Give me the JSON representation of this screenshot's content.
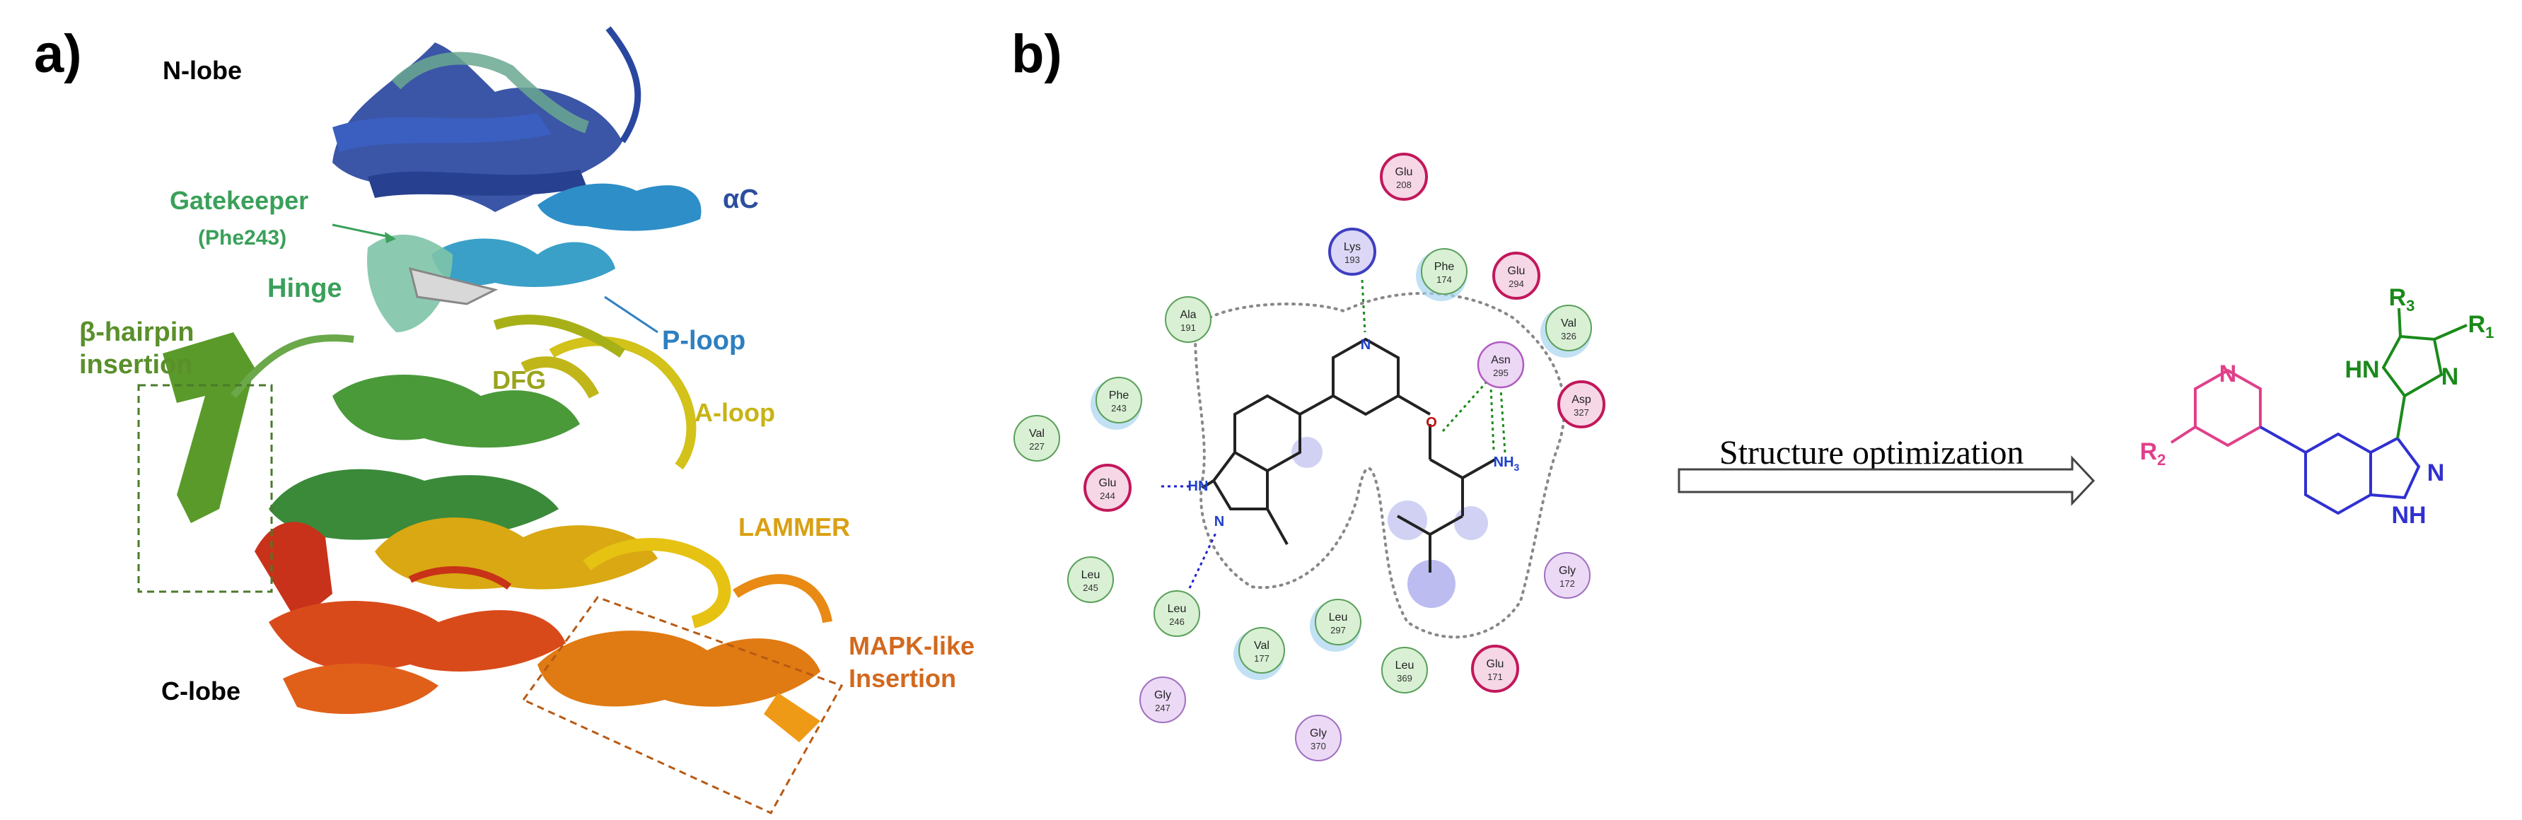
{
  "panels": {
    "a": {
      "label": "a)",
      "regions": {
        "n_lobe": "N-lobe",
        "c_lobe": "C-lobe",
        "gatekeeper": "Gatekeeper",
        "gatekeeper_residue": "(Phe243)",
        "hinge": "Hinge",
        "alpha_c": "αC",
        "p_loop": "P-loop",
        "dfg": "DFG",
        "a_loop": "A-loop",
        "beta_hairpin_1": "β-hairpin",
        "beta_hairpin_2": "insertion",
        "lammer": "LAMMER",
        "mapk_1": "MAPK-like",
        "mapk_2": "Insertion"
      },
      "colors": {
        "n_lobe": "#000000",
        "c_lobe": "#000000",
        "gatekeeper": "#3aa05a",
        "hinge": "#3aa05a",
        "alpha_c": "#2b4f9e",
        "p_loop": "#2f7fc0",
        "dfg": "#9aa41c",
        "a_loop": "#c7b414",
        "beta_hairpin": "#5a8f2a",
        "lammer": "#d9a012",
        "mapk": "#d2691e"
      }
    },
    "b": {
      "label": "b)",
      "residues": [
        {
          "name": "Glu",
          "num": "208",
          "type": "acidic"
        },
        {
          "name": "Lys",
          "num": "193",
          "type": "basic"
        },
        {
          "name": "Phe",
          "num": "174",
          "type": "hydrophobic"
        },
        {
          "name": "Glu",
          "num": "294",
          "type": "acidic"
        },
        {
          "name": "Ala",
          "num": "191",
          "type": "hydrophobic"
        },
        {
          "name": "Val",
          "num": "326",
          "type": "hydrophobic"
        },
        {
          "name": "Asn",
          "num": "295",
          "type": "polar"
        },
        {
          "name": "Asp",
          "num": "327",
          "type": "acidic"
        },
        {
          "name": "Phe",
          "num": "243",
          "type": "hydrophobic"
        },
        {
          "name": "Val",
          "num": "227",
          "type": "hydrophobic"
        },
        {
          "name": "Glu",
          "num": "244",
          "type": "acidic"
        },
        {
          "name": "Leu",
          "num": "245",
          "type": "hydrophobic"
        },
        {
          "name": "Leu",
          "num": "246",
          "type": "hydrophobic"
        },
        {
          "name": "Val",
          "num": "177",
          "type": "hydrophobic"
        },
        {
          "name": "Leu",
          "num": "297",
          "type": "hydrophobic"
        },
        {
          "name": "Leu",
          "num": "369",
          "type": "hydrophobic"
        },
        {
          "name": "Glu",
          "num": "171",
          "type": "acidic"
        },
        {
          "name": "Gly",
          "num": "172",
          "type": "glycine"
        },
        {
          "name": "Gly",
          "num": "247",
          "type": "glycine"
        },
        {
          "name": "Gly",
          "num": "370",
          "type": "glycine"
        }
      ],
      "ligand_atoms": {
        "n_pyridine": "N",
        "o_ether": "O",
        "hn": "HN",
        "n_indazole": "N",
        "nh3": "NH",
        "nh3_sub": "3"
      },
      "arrow_label": "Structure optimization",
      "scaffold": {
        "pyridine_n": "N",
        "r2": "R",
        "r2_sub": "2",
        "r3": "R",
        "r3_sub": "3",
        "r1": "R",
        "r1_sub": "1",
        "hn": "HN",
        "imid_n": "N",
        "indazole_n": "N",
        "indazole_nh": "NH"
      },
      "colors": {
        "acidic": "#c2185b",
        "basic": "#3f3fc0",
        "polar": "#b05bc0",
        "hydrophobic": "#5aa05a",
        "glycine": "#a070c0",
        "hbond_backbone": "#2020d0",
        "hbond_sidechain": "#1a8a1a",
        "pyridine": "#e0408a",
        "indazole": "#3030d0",
        "imidazole": "#1a8a1a"
      }
    }
  }
}
